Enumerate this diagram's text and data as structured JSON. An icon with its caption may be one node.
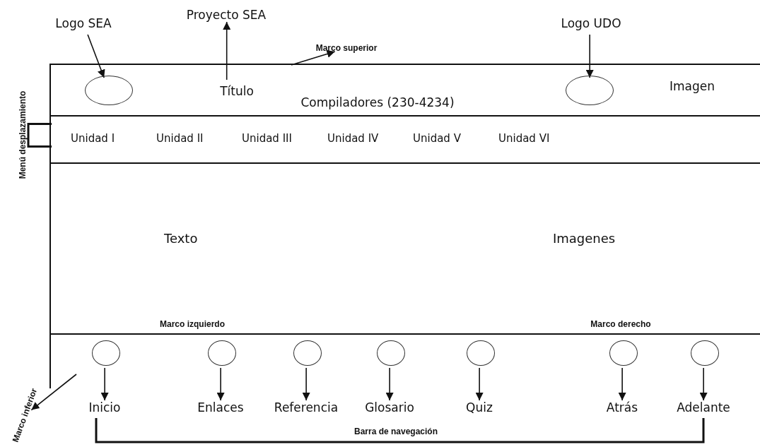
{
  "diagram": {
    "nodes": [
      {
        "text": [
          "Logo SEA"
        ]
      },
      {
        "text": [
          "Proyecto SEA"
        ]
      },
      {
        "text": [
          "Marco superior"
        ]
      },
      {
        "text": [
          "Logo UDO"
        ]
      },
      {
        "text": [],
        "shape": "box"
      },
      {
        "text": [],
        "shape": "circle",
        "in": 4
      },
      {
        "text": [
          "Título"
        ],
        "in": 4
      },
      {
        "text": [
          "Compiladores (230-4234)"
        ],
        "in": 4
      },
      {
        "text": [],
        "shape": "circle",
        "in": 4
      },
      {
        "text": [
          "Imagen"
        ],
        "in": 4
      },
      {
        "text": [
          "Menú desplazamiento"
        ]
      },
      {
        "text": [
          "Unidad I",
          "Unidad II",
          "Unidad III",
          "Unidad IV",
          "Unidad V",
          "Unidad VI"
        ]
      },
      {
        "text": [
          "Texto",
          "Imagenes"
        ]
      },
      {
        "text": [],
        "shape": "box"
      },
      {
        "text": [],
        "shape": "circle",
        "in": 13
      },
      {
        "text": [],
        "shape": "circle",
        "in": 13
      },
      {
        "text": [],
        "shape": "circle",
        "in": 13
      },
      {
        "text": [],
        "shape": "circle",
        "in": 13
      },
      {
        "text": [],
        "shape": "circle",
        "in": 13
      },
      {
        "text": [],
        "shape": "circle",
        "in": 13
      },
      {
        "text": [],
        "shape": "circle",
        "in": 13
      },
      {
        "text": [
          "Inicio"
        ]
      },
      {
        "text": [
          "Enlaces"
        ]
      },
      {
        "text": [
          "Referencia"
        ]
      },
      {
        "text": [
          "Glosario"
        ]
      },
      {
        "text": [
          "Quiz"
        ]
      },
      {
        "text": [
          "Atrás"
        ]
      },
      {
        "text": [
          "Adelante"
        ]
      },
      {
        "text": [
          "Marco inferior"
        ]
      }
    ],
    "edges": [
      {
        "from": 0,
        "to": 5,
        "arrow": "to"
      },
      {
        "from": 6,
        "to": 1,
        "arrow": "to"
      },
      {
        "from": 4,
        "to": 2,
        "arrow": "to"
      },
      {
        "from": 3,
        "to": 8,
        "arrow": "to"
      },
      {
        "from": 10,
        "to": 11,
        "arrow": "none"
      },
      {
        "from": 14,
        "to": 21,
        "arrow": "to"
      },
      {
        "from": 15,
        "to": 22,
        "arrow": "to"
      },
      {
        "from": 16,
        "to": 23,
        "arrow": "to"
      },
      {
        "from": 17,
        "to": 24,
        "arrow": "to"
      },
      {
        "from": 18,
        "to": 25,
        "arrow": "to"
      },
      {
        "from": 19,
        "to": 26,
        "arrow": "to"
      },
      {
        "from": 20,
        "to": 27,
        "arrow": "to"
      },
      {
        "from": 13,
        "to": 28,
        "arrow": "to"
      }
    ],
    "labels": [
      "Marco izquierdo",
      "Marco derecho",
      "Barra de navegación"
    ]
  }
}
